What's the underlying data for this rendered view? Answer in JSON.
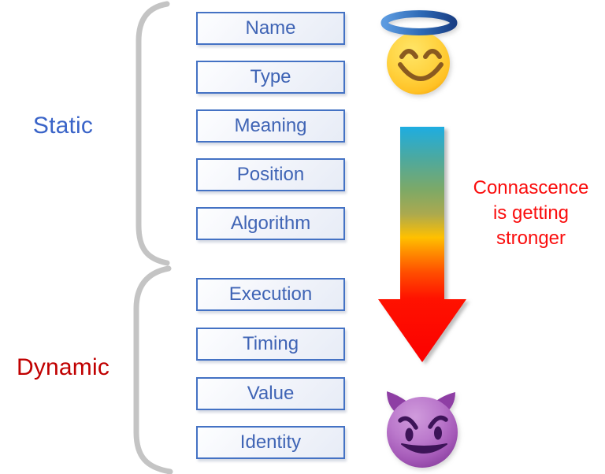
{
  "diagram": {
    "static_group": {
      "label": "Static",
      "items": [
        "Name",
        "Type",
        "Meaning",
        "Position",
        "Algorithm"
      ]
    },
    "dynamic_group": {
      "label": "Dynamic",
      "items": [
        "Execution",
        "Timing",
        "Value",
        "Identity"
      ]
    },
    "annotation": {
      "lines": [
        "Connascence",
        "is getting",
        "stronger"
      ]
    },
    "icons": {
      "top": "smiling-face-with-halo-emoji",
      "bottom": "smiling-face-with-horns-emoji"
    },
    "arrow": {
      "direction": "down"
    },
    "colors": {
      "static_label": "#3A64C8",
      "dynamic_label": "#C00000",
      "annotation_text": "#FA0D0D",
      "box_border": "#4472C4",
      "box_text": "#3F64B5",
      "brace": "#C4C4C4",
      "arrow_gradient": [
        "#1EADE1",
        "#4BA9A1",
        "#7EA966",
        "#ABA94F",
        "#FFC000",
        "#FF9000",
        "#FF4D00",
        "#FF1200",
        "#FB0000"
      ]
    }
  }
}
